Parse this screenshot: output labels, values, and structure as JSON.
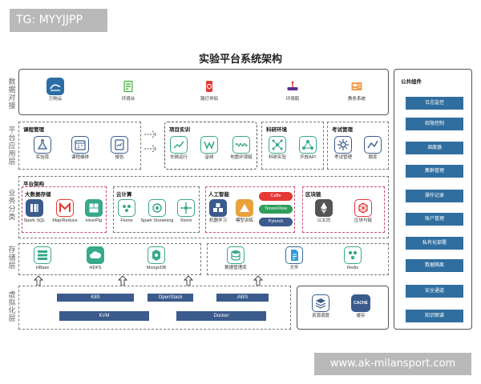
{
  "watermark_top": "TG: MYYJJPP",
  "watermark_bottom": "www.ak-milansport.com",
  "title": "实验平台系统架构",
  "row_labels": [
    "数据对接",
    "平台应用层",
    "业务分类",
    "存储层",
    "虚拟化层"
  ],
  "data_row": {
    "items": [
      "万物云",
      "环境台",
      "路灯伴侣",
      "环境瓶",
      "教务系统"
    ]
  },
  "course": {
    "title": "课程管理",
    "items": [
      "实验库",
      "课程编排",
      "报告"
    ]
  },
  "project": {
    "title": "项目实训",
    "items": [
      "车辆运行",
      "音频",
      "地震环境链"
    ]
  },
  "research": {
    "title": "科研环境",
    "items": [
      "科研实验",
      "开放API"
    ]
  },
  "exam": {
    "title": "考试管理",
    "items": [
      "考试管理",
      "题库"
    ]
  },
  "platform": {
    "title": "平台架构"
  },
  "bigdata": {
    "title": "大数据存储",
    "items": [
      "Spark SQL",
      "Map/Reduce",
      "Hive/Pig"
    ]
  },
  "cloud": {
    "title": "云计算",
    "items": [
      "Flume",
      "Spark Streaming",
      "Storm"
    ]
  },
  "ai": {
    "title": "人工智能",
    "items": [
      "机器学习",
      "模型训练"
    ],
    "pills": [
      "Caffe",
      "TensorFlow",
      "Pytorch"
    ]
  },
  "blockchain": {
    "title": "区块链",
    "items": [
      "以太坊",
      "区块与链"
    ]
  },
  "storage_left": {
    "items": [
      "HBase",
      "HDFS",
      "MongoDB"
    ]
  },
  "storage_right": {
    "items": [
      "数据管理库",
      "文件",
      "Redis"
    ]
  },
  "virt": {
    "mid": [
      "K8S",
      "OpenStack",
      "AWS"
    ],
    "bottom": [
      "KVM",
      "Docker"
    ]
  },
  "resource": {
    "items": [
      "资源调度",
      "缓存"
    ],
    "cache_text": "CACHE"
  },
  "common": {
    "title": "公共组件",
    "items": [
      "日志监控",
      "权限控制",
      "调度器",
      "集群管理",
      "操作记录",
      "账户管理",
      "私有化部署",
      "数据隔离",
      "安全通道",
      "知识图谱"
    ]
  },
  "colors": {
    "accent": "#3a5b8c",
    "side_button": "#2f6e9e",
    "teal": "#37a98c",
    "pink_dash": "#c94e7a"
  }
}
